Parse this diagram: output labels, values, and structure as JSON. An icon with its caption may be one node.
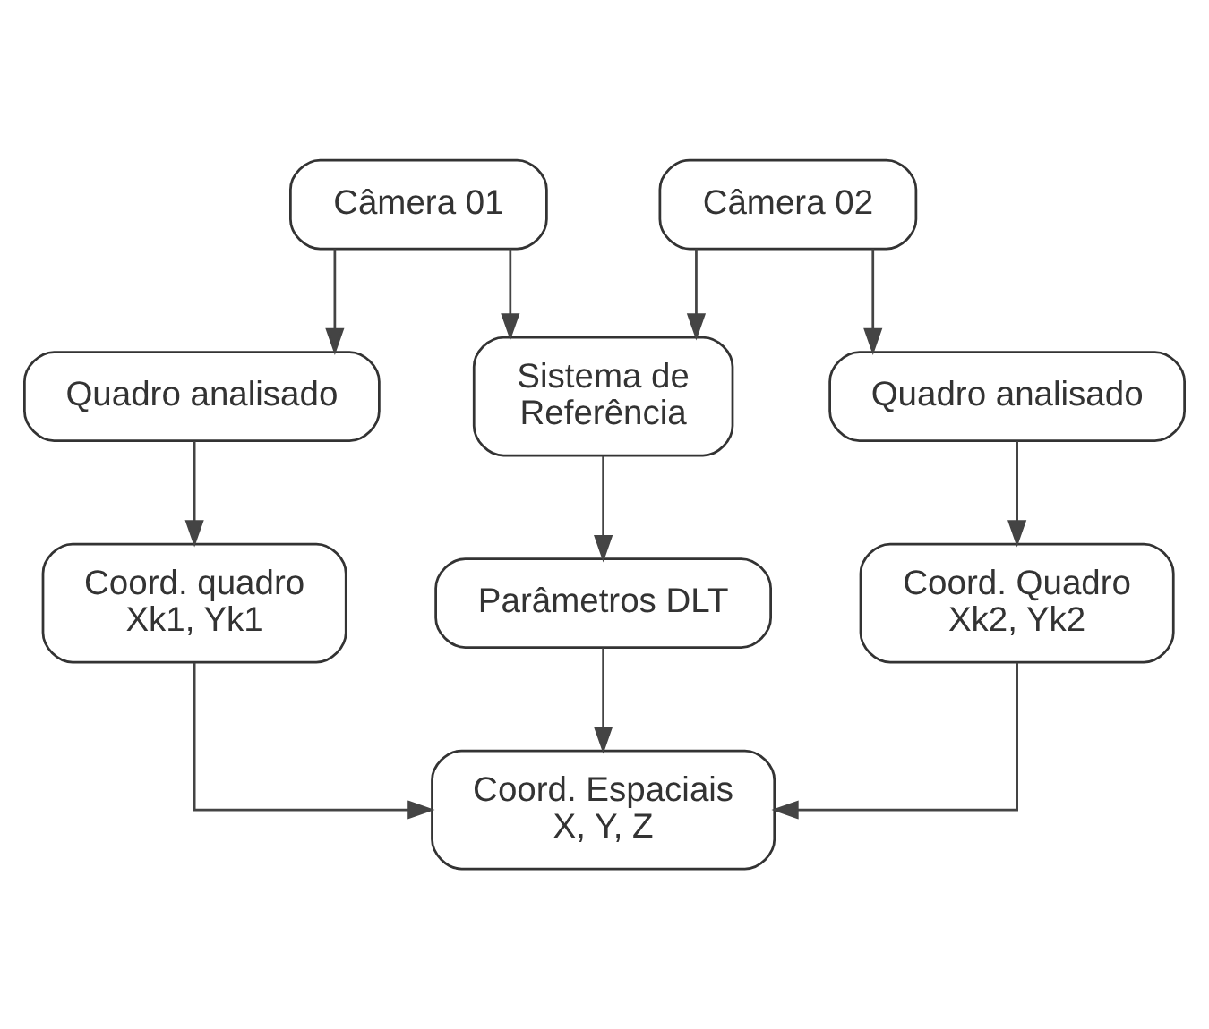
{
  "diagram": {
    "nodes": [
      {
        "text": [
          "Câmera 01"
        ]
      },
      {
        "text": [
          "Câmera 02"
        ]
      },
      {
        "text": [
          "Sistema de Referência"
        ]
      },
      {
        "text": [
          "Parâmetros DLT"
        ]
      },
      {
        "text": [
          "Quadro analisado"
        ]
      },
      {
        "text": [
          "Quadro analisado"
        ]
      },
      {
        "text": [
          "Coord. quadro Xk1, Yk1"
        ]
      },
      {
        "text": [
          "Coord. Quadro Xk2, Yk2"
        ]
      },
      {
        "text": [
          "Coord. Espaciais X, Y, Z"
        ]
      }
    ],
    "edges": [
      {
        "from": 0,
        "to": 2,
        "arrow": "to"
      },
      {
        "from": 1,
        "to": 2,
        "arrow": "to"
      },
      {
        "from": 0,
        "to": 4,
        "arrow": "to"
      },
      {
        "from": 1,
        "to": 5,
        "arrow": "to"
      },
      {
        "from": 2,
        "to": 3,
        "arrow": "to"
      },
      {
        "from": 4,
        "to": 6,
        "arrow": "to"
      },
      {
        "from": 5,
        "to": 7,
        "arrow": "to"
      },
      {
        "from": 3,
        "to": 8,
        "arrow": "to"
      },
      {
        "from": 6,
        "to": 8,
        "arrow": "to"
      },
      {
        "from": 7,
        "to": 8,
        "arrow": "to"
      }
    ]
  }
}
